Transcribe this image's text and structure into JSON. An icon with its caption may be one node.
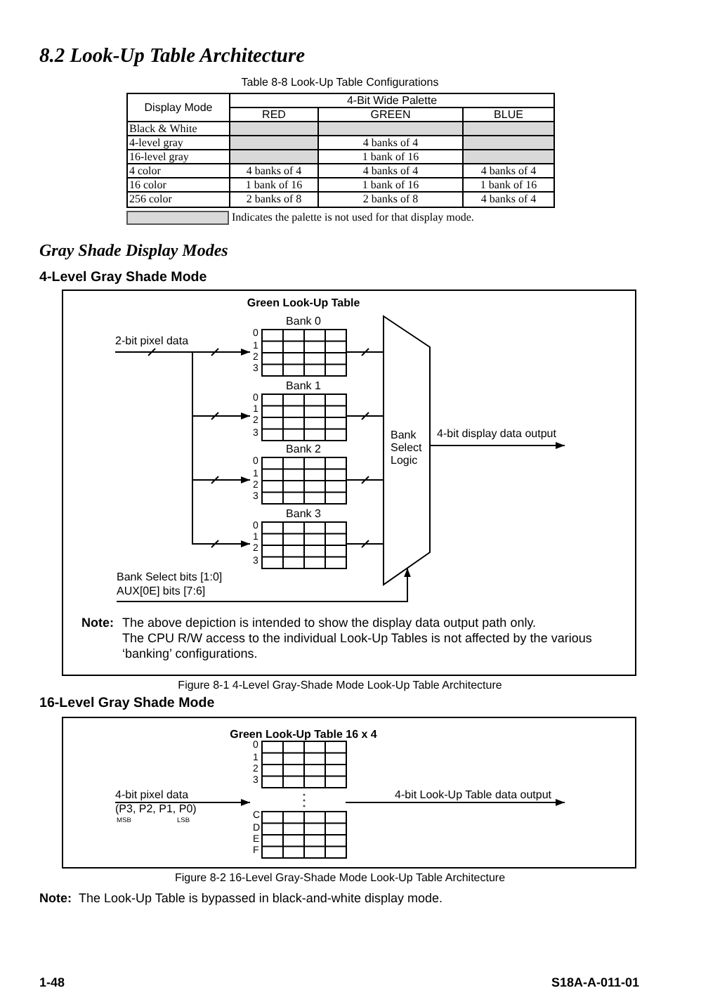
{
  "diagram": {
    "title": "8.2 Look-Up Table Architecture",
    "nodes": [
      {
        "text": [
          "Bank 0",
          "0",
          "1",
          "2",
          "3"
        ]
      },
      {
        "text": [
          "Bank 1",
          "0",
          "1",
          "2",
          "3"
        ]
      },
      {
        "text": [
          "Bank 2",
          "0",
          "1",
          "2",
          "3"
        ]
      },
      {
        "text": [
          "Bank 3",
          "0",
          "1",
          "2",
          "3"
        ]
      },
      {
        "text": [
          "Bank Select Logic"
        ]
      },
      {
        "text": [
          "0",
          "1",
          "2",
          "3",
          "C",
          "D",
          "E",
          "F"
        ]
      },
      {
        "text": [
          "(P3, P2, P1, P0)"
        ],
        "beside": [
          "MSB",
          "LSB"
        ]
      }
    ],
    "edges": [
      {
        "from": null,
        "to": 0,
        "arrow": "to",
        "label": "2-bit pixel data"
      },
      {
        "from": null,
        "to": 1,
        "arrow": "to"
      },
      {
        "from": null,
        "to": 2,
        "arrow": "to"
      },
      {
        "from": null,
        "to": 3,
        "arrow": "to"
      },
      {
        "from": 0,
        "to": 4,
        "arrow": "none"
      },
      {
        "from": 1,
        "to": 4,
        "arrow": "none"
      },
      {
        "from": 2,
        "to": 4,
        "arrow": "none"
      },
      {
        "from": 3,
        "to": 4,
        "arrow": "none"
      },
      {
        "from": 4,
        "to": null,
        "arrow": "to",
        "label": "4-bit display data output"
      },
      {
        "from": null,
        "to": 4,
        "arrow": "to",
        "label": "Bank Select bits [1:0] AUX[0E] bits [7:6]"
      },
      {
        "from": 6,
        "to": 5,
        "arrow": "to",
        "label": "4-bit pixel data"
      },
      {
        "from": 5,
        "to": null,
        "arrow": "to",
        "label": "4-bit Look-Up Table data output"
      }
    ],
    "labels": [
      "Table 8-8 Look-Up Table Configurations",
      "Display Mode",
      "4-Bit Wide Palette",
      "RED",
      "GREEN",
      "BLUE",
      "Black & White",
      "4-level gray",
      "4 banks of 4",
      "16-level gray",
      "1 bank of 16",
      "4 color",
      "4 banks of 4",
      "4 banks of 4",
      "4 banks of 4",
      "16 color",
      "1 bank of 16",
      "1 bank of 16",
      "1 bank of 16",
      "256 color",
      "2 banks of 8",
      "2 banks of 8",
      "4 banks of 4",
      "Gray Shade Display Modes",
      "4-Level Gray Shade Mode",
      "Green Look-Up Table",
      "Note:",
      "The above depiction is intended to show the display data output path only.",
      "The CPU R/W access to the individual Look-Up Tables is not affected by the various ‘banking’ configurations.",
      "Figure 8-1 4-Level Gray-Shade Mode Look-Up Table Architecture",
      "16-Level Gray Shade Mode",
      "Green Look-Up Table 16 x 4",
      "Figure 8-2 16-Level Gray-Shade Mode Look-Up Table Architecture",
      "Note:",
      "The Look-Up Table is bypassed in black-and-white display mode.",
      "1-48",
      "S18A-A-011-01"
    ],
    "legend": [
      {
        "text": "Indicates the palette is not used for that display mode.",
        "color": "#d9d9d9"
      }
    ]
  }
}
